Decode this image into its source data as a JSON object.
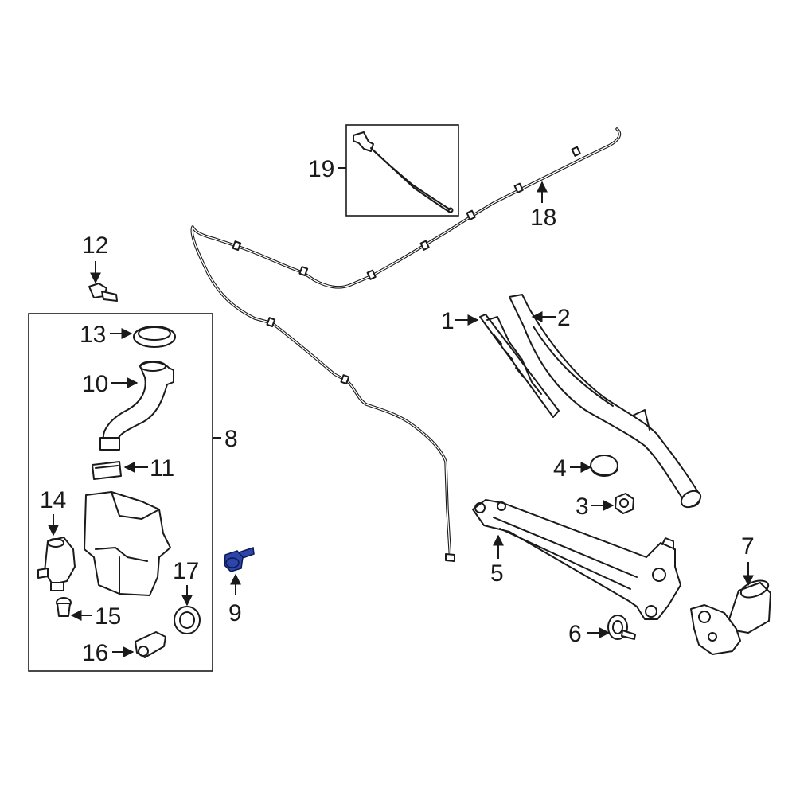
{
  "callouts": {
    "c1": "1",
    "c2": "2",
    "c3": "3",
    "c4": "4",
    "c5": "5",
    "c6": "6",
    "c7": "7",
    "c8": "8",
    "c9": "9",
    "c10": "10",
    "c11": "11",
    "c12": "12",
    "c13": "13",
    "c14": "14",
    "c15": "15",
    "c16": "16",
    "c17": "17",
    "c18": "18",
    "c19": "19"
  },
  "highlighted_part": "9",
  "colors": {
    "highlight": "#2c45a6",
    "line": "#1a1a1a",
    "background": "#ffffff"
  }
}
